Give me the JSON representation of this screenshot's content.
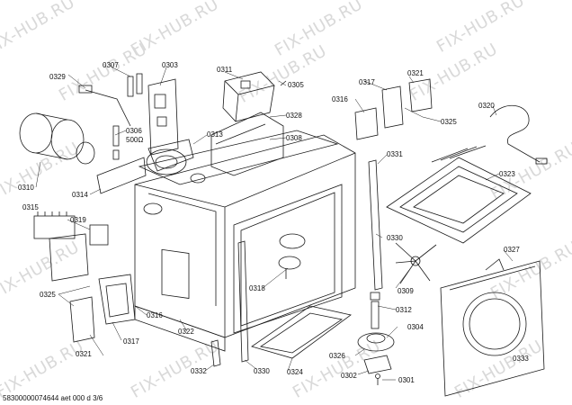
{
  "watermark": {
    "text": "FIX-HUB.RU",
    "color": "#d9d9d9"
  },
  "part_labels": [
    "0329",
    "0307",
    "0303",
    "0311",
    "0305",
    "0317",
    "0321",
    "0316",
    "0328",
    "0325",
    "0320",
    "0306",
    "500Ω",
    "0313",
    "0308",
    "0331",
    "0323",
    "0310",
    "0314",
    "0315",
    "0319",
    "0330",
    "0327",
    "0318",
    "0309",
    "0325",
    "0312",
    "0316",
    "0322",
    "0304",
    "0321",
    "0317",
    "0326",
    "0333",
    "0332",
    "0330",
    "0324",
    "0302",
    "0301"
  ],
  "footer": "58300000074644 aet 000 d 3/6",
  "colors": {
    "line": "#1a1a1a",
    "ink": "#111111"
  }
}
